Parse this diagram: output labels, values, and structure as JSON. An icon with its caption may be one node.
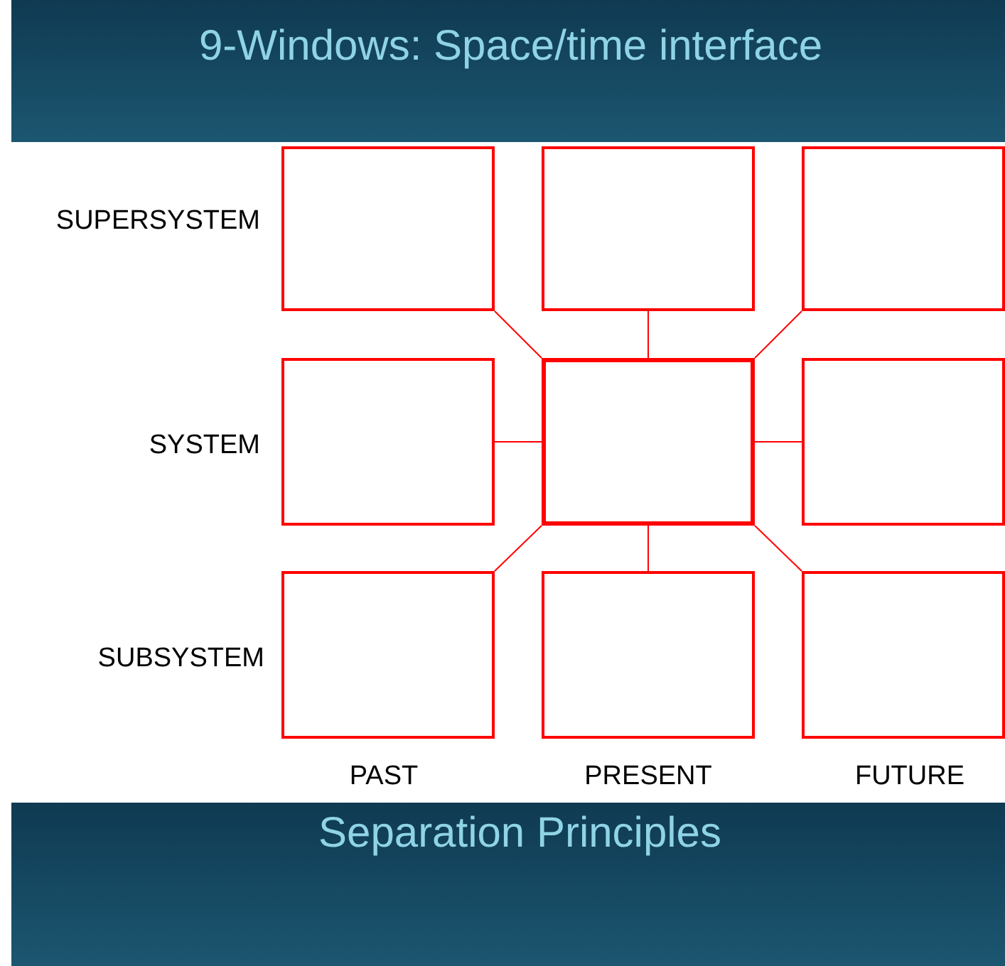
{
  "diagram": {
    "title": "9-Windows: Space/time interface",
    "caption": "Separation Principles",
    "nodes": [
      {
        "text": [],
        "shape": "box"
      },
      {
        "text": [],
        "shape": "box"
      },
      {
        "text": [],
        "shape": "box"
      },
      {
        "text": [],
        "shape": "box"
      },
      {
        "text": [],
        "shape": "box"
      },
      {
        "text": [],
        "shape": "box"
      },
      {
        "text": [],
        "shape": "box"
      },
      {
        "text": [],
        "shape": "box"
      },
      {
        "text": [],
        "shape": "box"
      }
    ],
    "edges": [
      {
        "from": 4,
        "to": 0,
        "arrow": "none"
      },
      {
        "from": 4,
        "to": 1,
        "arrow": "none"
      },
      {
        "from": 4,
        "to": 2,
        "arrow": "none"
      },
      {
        "from": 4,
        "to": 3,
        "arrow": "none"
      },
      {
        "from": 4,
        "to": 5,
        "arrow": "none"
      },
      {
        "from": 4,
        "to": 6,
        "arrow": "none"
      },
      {
        "from": 4,
        "to": 7,
        "arrow": "none"
      },
      {
        "from": 4,
        "to": 8,
        "arrow": "none"
      }
    ],
    "labels": [
      "SUPERSYSTEM",
      "SYSTEM",
      "SUBSYSTEM",
      "PAST",
      "PRESENT",
      "FUTURE"
    ]
  }
}
